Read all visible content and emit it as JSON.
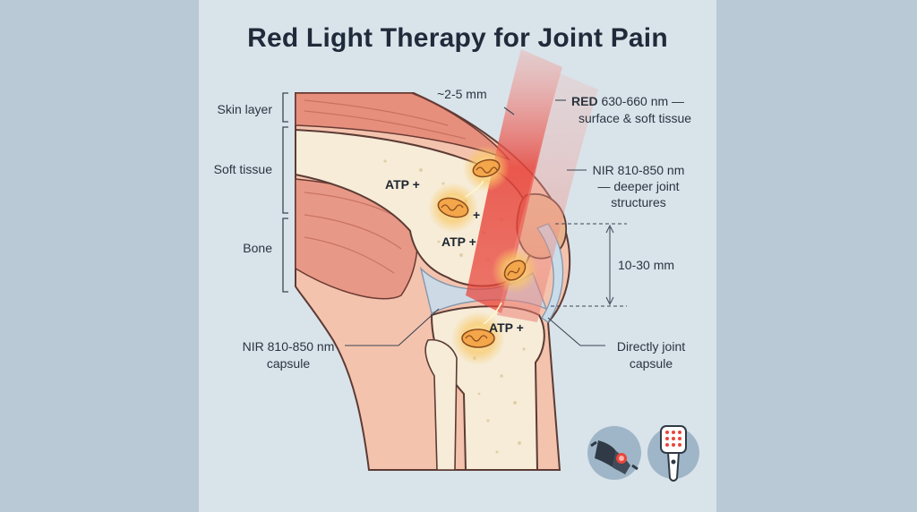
{
  "title": "Red Light Therapy for Joint Pain",
  "layers": {
    "skin": "Skin layer",
    "soft_tissue": "Soft tissue",
    "bone": "Bone"
  },
  "depth": {
    "shallow": "~2-5 mm",
    "deep": "10-30 mm"
  },
  "red_callout": {
    "prefix": "RED",
    "range": " 630-660 nm —",
    "line2": "surface & soft tissue"
  },
  "nir_callout": {
    "line1": "NIR 810-850 nm",
    "line2": "— deeper joint",
    "line3": "structures"
  },
  "left_callout": {
    "line1": "NIR 810-850 nm",
    "line2": "capsule"
  },
  "right_callout": {
    "line1": "Directly joint",
    "line2": "capsule"
  },
  "markers": {
    "atp1": "ATP +",
    "plus": "+",
    "atp2": "ATP +",
    "atp3": "ATP +"
  },
  "icons": [
    "knee-wrap-device-icon",
    "handheld-led-device-icon"
  ],
  "colors": {
    "red_light": "#e8453c",
    "nir_light": "#ef8f86",
    "bone": "#f6ecd8",
    "muscle": "#e79a88",
    "background": "#d9e3ea"
  }
}
